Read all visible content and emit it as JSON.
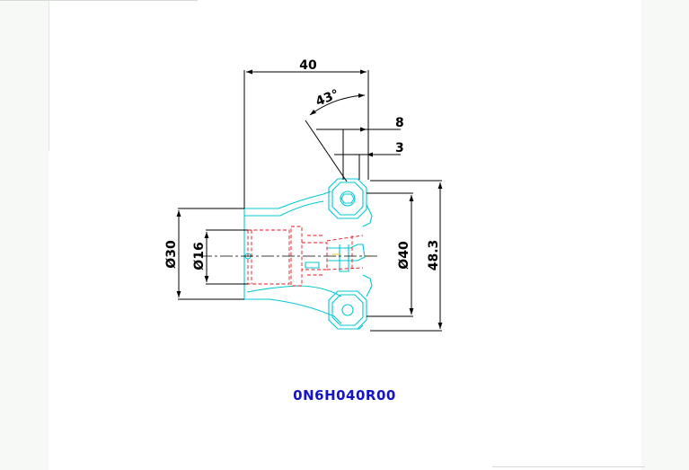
{
  "drawing": {
    "part_code": "0N6H040R00",
    "dimensions": {
      "width": "40",
      "angle": "43°",
      "offset_8": "8",
      "offset_3": "3",
      "dia_30": "Ø30",
      "dia_16": "Ø16",
      "dia_40": "Ø40",
      "height": "48.3"
    }
  },
  "colors": {
    "outline": "#00c8d2",
    "hidden": "#e8141e",
    "dimension": "#000000",
    "code_text": "#1414c8",
    "accent": "#e6c832"
  }
}
